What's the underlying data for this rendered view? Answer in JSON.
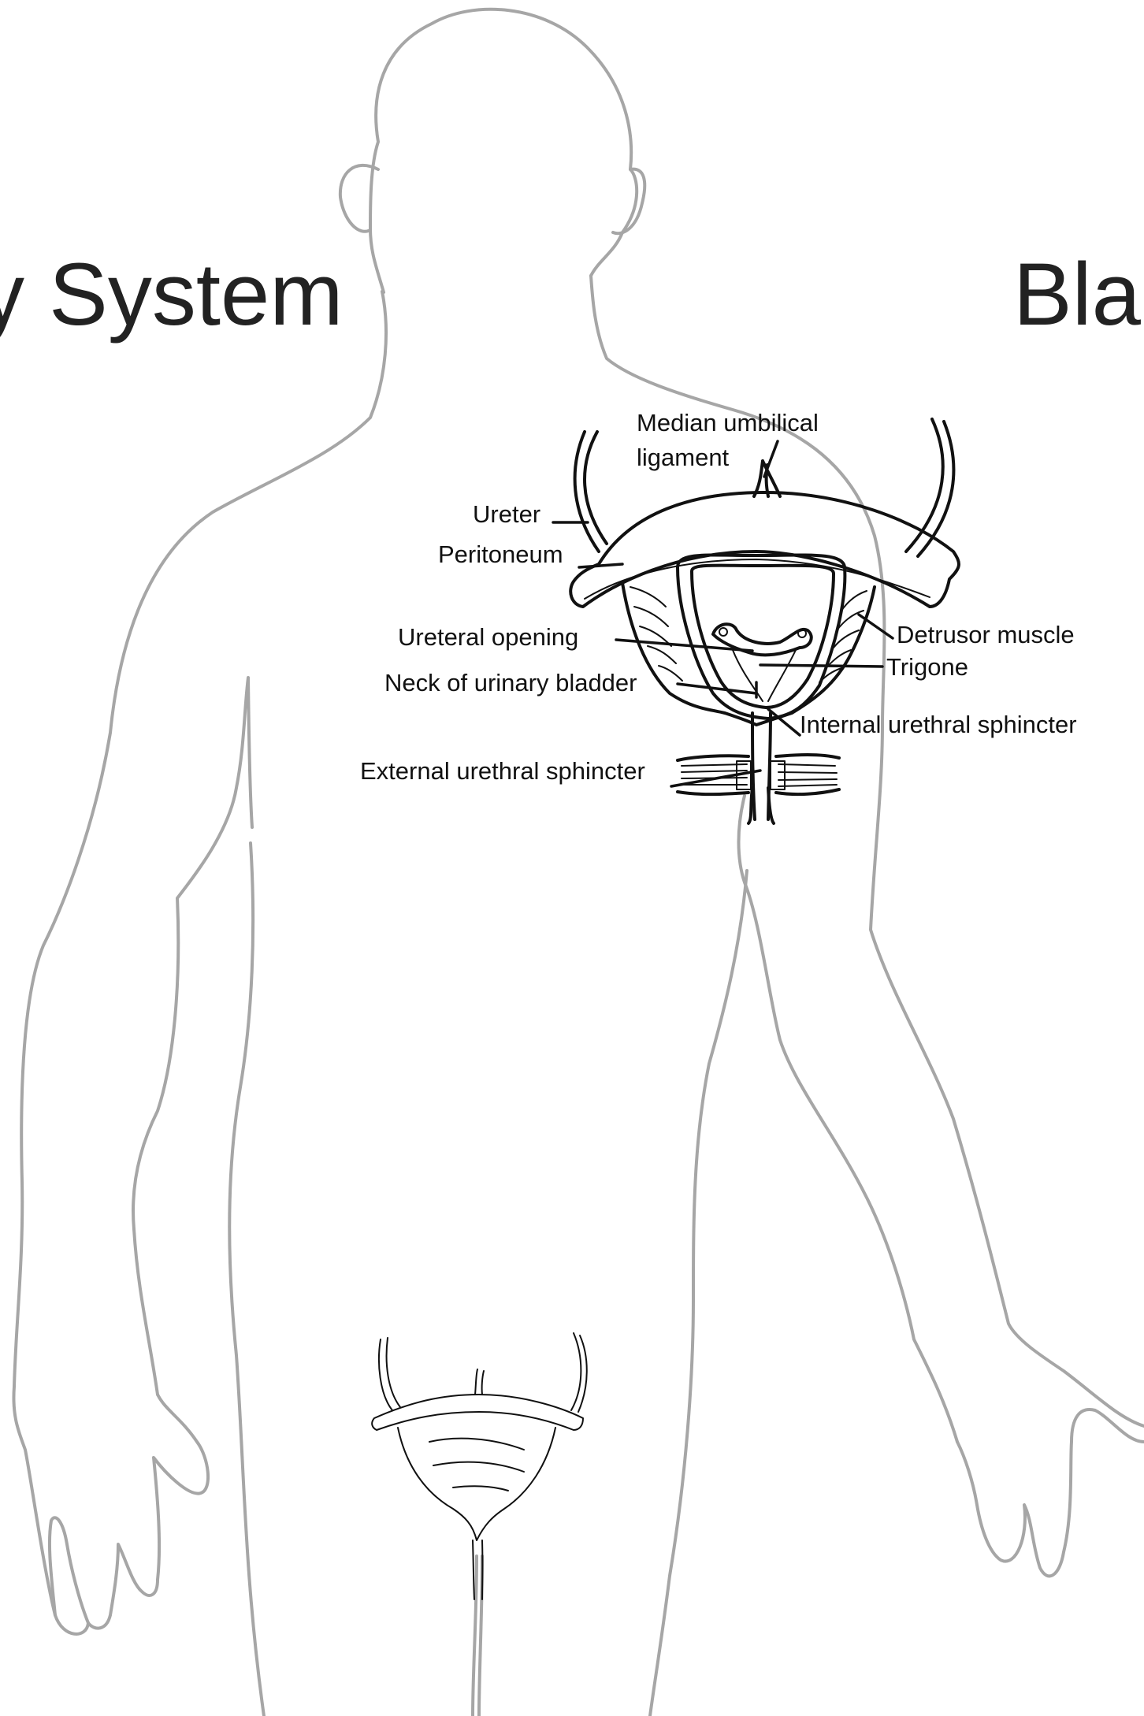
{
  "titles": {
    "left": "y System",
    "right": "Bla"
  },
  "labels": {
    "median_umbilical_ligament_line1": "Median umbilical",
    "median_umbilical_ligament_line2": "ligament",
    "ureter": "Ureter",
    "peritoneum": "Peritoneum",
    "ureteral_opening": "Ureteral opening",
    "neck_of_urinary_bladder": "Neck of urinary bladder",
    "external_urethral_sphincter": "External urethral sphincter",
    "detrusor_muscle": "Detrusor muscle",
    "trigone": "Trigone",
    "internal_urethral_sphincter": "Internal urethral sphincter"
  },
  "colors": {
    "body_outline": "#a6a6a6",
    "ink": "#111111",
    "heading": "#222222"
  }
}
